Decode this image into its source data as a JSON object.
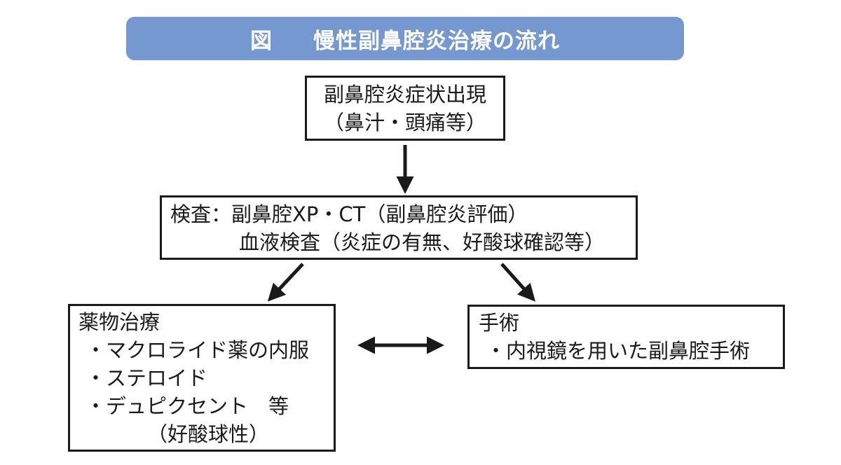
{
  "colors": {
    "title_bg": "#7598d0",
    "border": "#1a1a1a",
    "arrow": "#1a1a1a"
  },
  "title": {
    "figure_label": "図",
    "text": "慢性副鼻腔炎治療の流れ"
  },
  "nodes": {
    "symptoms": {
      "line1": "副鼻腔炎症状出現",
      "line2": "（鼻汁・頭痛等）"
    },
    "exam": {
      "line1": "検査：副鼻腔XP・CT（副鼻腔炎評価）",
      "line2": "血液検査（炎症の有無、好酸球確認等）"
    },
    "drug": {
      "heading": "薬物治療",
      "items": [
        "・マクロライド薬の内服",
        "・ステロイド",
        "・デュピクセント　等"
      ],
      "note": "（好酸球性）"
    },
    "surgery": {
      "heading": "手術",
      "items": [
        "・内視鏡を用いた副鼻腔手術"
      ]
    }
  }
}
